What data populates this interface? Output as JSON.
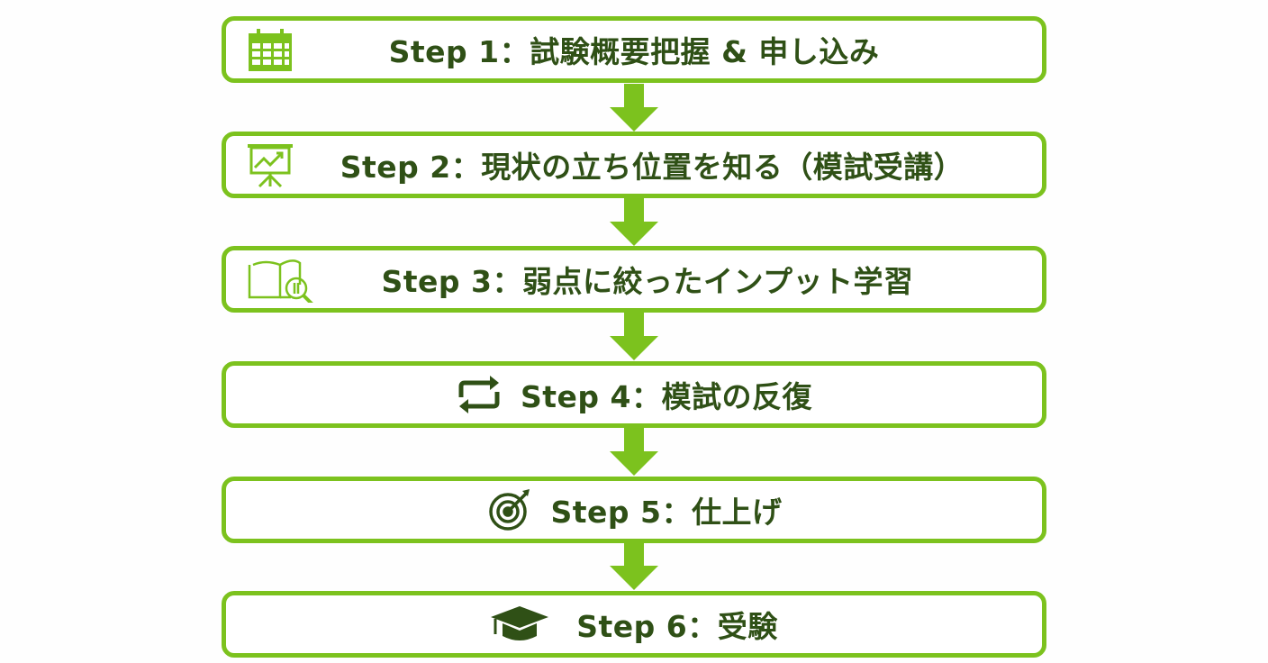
{
  "colors": {
    "border": "#7cc21e",
    "text": "#2f5016",
    "icon_light": "#7cc21e",
    "icon_dark": "#2f5016"
  },
  "steps": [
    {
      "label": "Step 1：試験概要把握 & 申し込み",
      "icon": "calendar-icon"
    },
    {
      "label": "Step 2：現状の立ち位置を知る（模試受講）",
      "icon": "presentation-chart-icon"
    },
    {
      "label": "Step 3：弱点に絞ったインプット学習",
      "icon": "book-magnifier-icon"
    },
    {
      "label": "Step 4：模試の反復",
      "icon": "repeat-icon"
    },
    {
      "label": "Step 5：仕上げ",
      "icon": "target-icon"
    },
    {
      "label": "Step 6：受験",
      "icon": "graduation-cap-icon"
    }
  ]
}
